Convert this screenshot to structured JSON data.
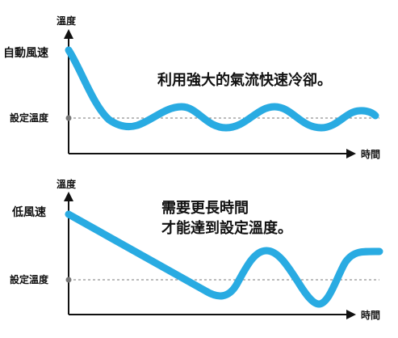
{
  "panel_top": {
    "y_axis_label": "溫度",
    "start_label": "自動風速",
    "setpoint_label": "設定溫度",
    "x_axis_label": "時間",
    "caption_lines": [
      "利用強大的氣流快速冷卻。"
    ]
  },
  "panel_bottom": {
    "y_axis_label": "溫度",
    "start_label": "低風速",
    "setpoint_label": "設定溫度",
    "x_axis_label": "時間",
    "caption_lines": [
      "需要更長時間",
      "才能達到設定溫度。"
    ]
  },
  "colors": {
    "curve": "#29abe2",
    "axis": "#111111",
    "setpoint_line": "#777777"
  }
}
